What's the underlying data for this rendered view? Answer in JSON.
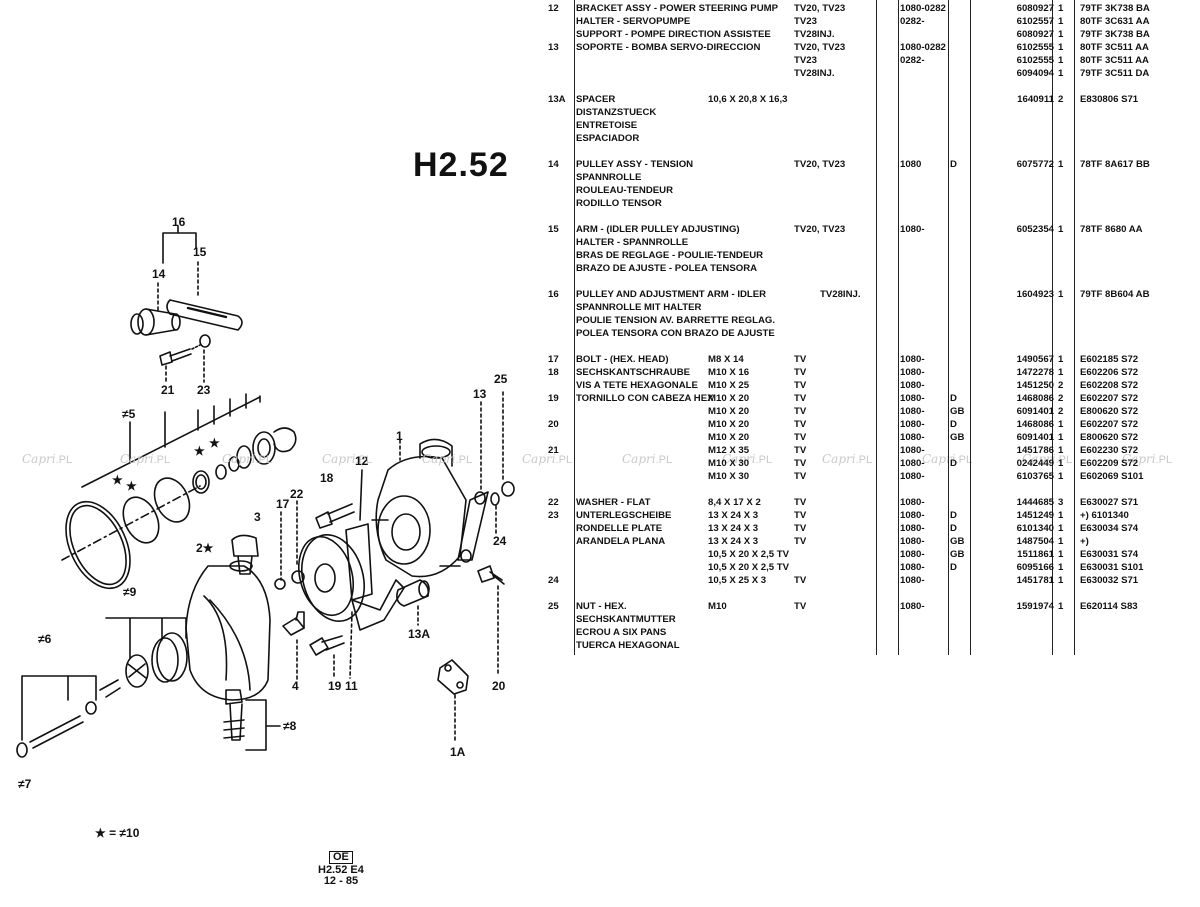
{
  "page_code": "H2.52",
  "legend": "★ = ≠10",
  "footer": {
    "oe": "OE",
    "code": "H2.52 E4",
    "date": "12 - 85"
  },
  "watermark": {
    "brand": "Capri",
    "tld": ".PL"
  },
  "diagram_labels": {
    "l16": "16",
    "l15": "15",
    "l14": "14",
    "l21": "21",
    "l23": "23",
    "l25": "25",
    "l13": "13",
    "l12": "12",
    "l1": "1",
    "l18": "18",
    "l22": "22",
    "l17": "17",
    "l3": "3",
    "l2": "2★",
    "l5": "≠5",
    "l9": "≠9",
    "l6": "≠6",
    "l7": "≠7",
    "l8": "≠8",
    "l4": "4",
    "l19": "19",
    "l11": "11",
    "l13a": "13A",
    "l20": "20",
    "l24": "24",
    "l1a": "1A",
    "star1": "★",
    "star2": "★",
    "star3": "★",
    "star4": "★"
  },
  "parts": [
    {
      "no": "12",
      "desc": "BRACKET ASSY - POWER STEERING PUMP",
      "spec": "",
      "eng": "TV20, TV23",
      "date": "1080-0282",
      "tag": "",
      "part": "6080927",
      "qty": "1",
      "ref": "79TF 3K738 BA"
    },
    {
      "no": "",
      "desc": "HALTER - SERVOPUMPE",
      "spec": "",
      "eng": "TV23",
      "date": "0282-",
      "tag": "",
      "part": "6102557",
      "qty": "1",
      "ref": "80TF 3C631 AA"
    },
    {
      "no": "",
      "desc": "SUPPORT - POMPE DIRECTION ASSISTEE",
      "spec": "",
      "eng": "TV28INJ.",
      "date": "",
      "tag": "",
      "part": "6080927",
      "qty": "1",
      "ref": "79TF 3K738 BA"
    },
    {
      "no": "13",
      "desc": "SOPORTE - BOMBA SERVO-DIRECCION",
      "spec": "",
      "eng": "TV20, TV23",
      "date": "1080-0282",
      "tag": "",
      "part": "6102555",
      "qty": "1",
      "ref": "80TF 3C511 AA"
    },
    {
      "no": "",
      "desc": "",
      "spec": "",
      "eng": "TV23",
      "date": "0282-",
      "tag": "",
      "part": "6102555",
      "qty": "1",
      "ref": "80TF 3C511 AA"
    },
    {
      "no": "",
      "desc": "",
      "spec": "",
      "eng": "TV28INJ.",
      "date": "",
      "tag": "",
      "part": "6094094",
      "qty": "1",
      "ref": "79TF 3C511 DA"
    },
    {
      "gap": true
    },
    {
      "no": "13A",
      "desc": "SPACER",
      "spec": "10,6 X 20,8 X 16,3",
      "eng": "",
      "date": "",
      "tag": "",
      "part": "1640911",
      "qty": "2",
      "ref": "E830806 S71"
    },
    {
      "no": "",
      "desc": "DISTANZSTUECK",
      "spec": "",
      "eng": "",
      "date": "",
      "tag": "",
      "part": "",
      "qty": "",
      "ref": ""
    },
    {
      "no": "",
      "desc": "ENTRETOISE",
      "spec": "",
      "eng": "",
      "date": "",
      "tag": "",
      "part": "",
      "qty": "",
      "ref": ""
    },
    {
      "no": "",
      "desc": "ESPACIADOR",
      "spec": "",
      "eng": "",
      "date": "",
      "tag": "",
      "part": "",
      "qty": "",
      "ref": ""
    },
    {
      "gap": true
    },
    {
      "no": "14",
      "desc": "PULLEY ASSY - TENSION",
      "spec": "",
      "eng": "TV20, TV23",
      "date": "1080",
      "tag": "D",
      "part": "6075772",
      "qty": "1",
      "ref": "78TF 8A617 BB"
    },
    {
      "no": "",
      "desc": "SPANNROLLE",
      "spec": "",
      "eng": "",
      "date": "",
      "tag": "",
      "part": "",
      "qty": "",
      "ref": ""
    },
    {
      "no": "",
      "desc": "ROULEAU-TENDEUR",
      "spec": "",
      "eng": "",
      "date": "",
      "tag": "",
      "part": "",
      "qty": "",
      "ref": ""
    },
    {
      "no": "",
      "desc": "RODILLO TENSOR",
      "spec": "",
      "eng": "",
      "date": "",
      "tag": "",
      "part": "",
      "qty": "",
      "ref": ""
    },
    {
      "gap": true
    },
    {
      "no": "15",
      "desc": "ARM - (IDLER PULLEY ADJUSTING)",
      "spec": "",
      "eng": "TV20, TV23",
      "date": "1080-",
      "tag": "",
      "part": "6052354",
      "qty": "1",
      "ref": "78TF 8680 AA"
    },
    {
      "no": "",
      "desc": "HALTER - SPANNROLLE",
      "spec": "",
      "eng": "",
      "date": "",
      "tag": "",
      "part": "",
      "qty": "",
      "ref": ""
    },
    {
      "no": "",
      "desc": "BRAS DE REGLAGE - POULIE-TENDEUR",
      "spec": "",
      "eng": "",
      "date": "",
      "tag": "",
      "part": "",
      "qty": "",
      "ref": ""
    },
    {
      "no": "",
      "desc": "BRAZO DE AJUSTE - POLEA TENSORA",
      "spec": "",
      "eng": "",
      "date": "",
      "tag": "",
      "part": "",
      "qty": "",
      "ref": ""
    },
    {
      "gap": true
    },
    {
      "no": "16",
      "desc": "PULLEY AND ADJUSTMENT ARM - IDLER",
      "spec": "",
      "eng": "TV28INJ.",
      "date": "",
      "tag": "",
      "part": "1604923",
      "qty": "1",
      "ref": "79TF 8B604 AB",
      "engshift": true
    },
    {
      "no": "",
      "desc": "SPANNROLLE MIT HALTER",
      "spec": "",
      "eng": "",
      "date": "",
      "tag": "",
      "part": "",
      "qty": "",
      "ref": ""
    },
    {
      "no": "",
      "desc": "POULIE TENSION AV. BARRETTE REGLAG.",
      "spec": "",
      "eng": "",
      "date": "",
      "tag": "",
      "part": "",
      "qty": "",
      "ref": ""
    },
    {
      "no": "",
      "desc": "POLEA TENSORA CON BRAZO DE AJUSTE",
      "spec": "",
      "eng": "",
      "date": "",
      "tag": "",
      "part": "",
      "qty": "",
      "ref": ""
    },
    {
      "gap": true
    },
    {
      "no": "17",
      "desc": "BOLT - (HEX. HEAD)",
      "spec": "M8 X 14",
      "eng": "TV",
      "date": "1080-",
      "tag": "",
      "part": "1490567",
      "qty": "1",
      "ref": "E602185 S72"
    },
    {
      "no": "18",
      "desc": "SECHSKANTSCHRAUBE",
      "spec": "M10 X 16",
      "eng": "TV",
      "date": "1080-",
      "tag": "",
      "part": "1472278",
      "qty": "1",
      "ref": "E602206 S72"
    },
    {
      "no": "",
      "desc": "VIS A TETE HEXAGONALE",
      "spec": "M10 X 25",
      "eng": "TV",
      "date": "1080-",
      "tag": "",
      "part": "1451250",
      "qty": "2",
      "ref": "E602208 S72"
    },
    {
      "no": "19",
      "desc": "TORNILLO CON CABEZA HEX",
      "spec": "M10 X 20",
      "eng": "TV",
      "date": "1080-",
      "tag": "D",
      "part": "1468086",
      "qty": "2",
      "ref": "E602207 S72"
    },
    {
      "no": "",
      "desc": "",
      "spec": "M10 X 20",
      "eng": "TV",
      "date": "1080-",
      "tag": "GB",
      "part": "6091401",
      "qty": "2",
      "ref": "E800620 S72"
    },
    {
      "no": "20",
      "desc": "",
      "spec": "M10 X 20",
      "eng": "TV",
      "date": "1080-",
      "tag": "D",
      "part": "1468086",
      "qty": "1",
      "ref": "E602207 S72"
    },
    {
      "no": "",
      "desc": "",
      "spec": "M10 X 20",
      "eng": "TV",
      "date": "1080-",
      "tag": "GB",
      "part": "6091401",
      "qty": "1",
      "ref": "E800620 S72"
    },
    {
      "no": "21",
      "desc": "",
      "spec": "M12 X 35",
      "eng": "TV",
      "date": "1080-",
      "tag": "",
      "part": "1451786",
      "qty": "1",
      "ref": "E602230 S72"
    },
    {
      "no": "",
      "desc": "",
      "spec": "M10 X 30",
      "eng": "TV",
      "date": "1080-",
      "tag": "D",
      "part": "0242449",
      "qty": "1",
      "ref": "E602209 S72"
    },
    {
      "no": "",
      "desc": "",
      "spec": "M10 X 30",
      "eng": "TV",
      "date": "1080-",
      "tag": "",
      "part": "6103765",
      "qty": "1",
      "ref": "E602069 S101"
    },
    {
      "gap2": true
    },
    {
      "no": "22",
      "desc": "WASHER - FLAT",
      "spec": "8,4 X 17 X 2",
      "eng": "TV",
      "date": "1080-",
      "tag": "",
      "part": "1444685",
      "qty": "3",
      "ref": "E630027 S71"
    },
    {
      "no": "23",
      "desc": "UNTERLEGSCHEIBE",
      "spec": "13 X 24 X 3",
      "eng": "TV",
      "date": "1080-",
      "tag": "D",
      "part": "1451249",
      "qty": "1",
      "ref": "+) 6101340"
    },
    {
      "no": "",
      "desc": "RONDELLE PLATE",
      "spec": "13 X 24 X 3",
      "eng": "TV",
      "date": "1080-",
      "tag": "D",
      "part": "6101340",
      "qty": "1",
      "ref": "E630034 S74"
    },
    {
      "no": "",
      "desc": "ARANDELA PLANA",
      "spec": "13 X 24 X 3",
      "eng": "TV",
      "date": "1080-",
      "tag": "GB",
      "part": "1487504",
      "qty": "1",
      "ref": "+)"
    },
    {
      "no": "",
      "desc": "",
      "spec": "10,5 X 20 X 2,5 TV",
      "eng": "",
      "date": "1080-",
      "tag": "GB",
      "part": "1511861",
      "qty": "1",
      "ref": "E630031 S74"
    },
    {
      "no": "",
      "desc": "",
      "spec": "10,5 X 20 X 2,5 TV",
      "eng": "",
      "date": "1080-",
      "tag": "D",
      "part": "6095166",
      "qty": "1",
      "ref": "E630031 S101"
    },
    {
      "no": "24",
      "desc": "",
      "spec": "10,5 X 25 X 3",
      "eng": "TV",
      "date": "1080-",
      "tag": "",
      "part": "1451781",
      "qty": "1",
      "ref": "E630032 S71"
    },
    {
      "gap2": true
    },
    {
      "no": "25",
      "desc": "NUT - HEX.",
      "spec": "M10",
      "eng": "TV",
      "date": "1080-",
      "tag": "",
      "part": "1591974",
      "qty": "1",
      "ref": "E620114 S83"
    },
    {
      "no": "",
      "desc": "SECHSKANTMUTTER",
      "spec": "",
      "eng": "",
      "date": "",
      "tag": "",
      "part": "",
      "qty": "",
      "ref": ""
    },
    {
      "no": "",
      "desc": "ECROU A SIX PANS",
      "spec": "",
      "eng": "",
      "date": "",
      "tag": "",
      "part": "",
      "qty": "",
      "ref": ""
    },
    {
      "no": "",
      "desc": "TUERCA HEXAGONAL",
      "spec": "",
      "eng": "",
      "date": "",
      "tag": "",
      "part": "",
      "qty": "",
      "ref": ""
    }
  ]
}
